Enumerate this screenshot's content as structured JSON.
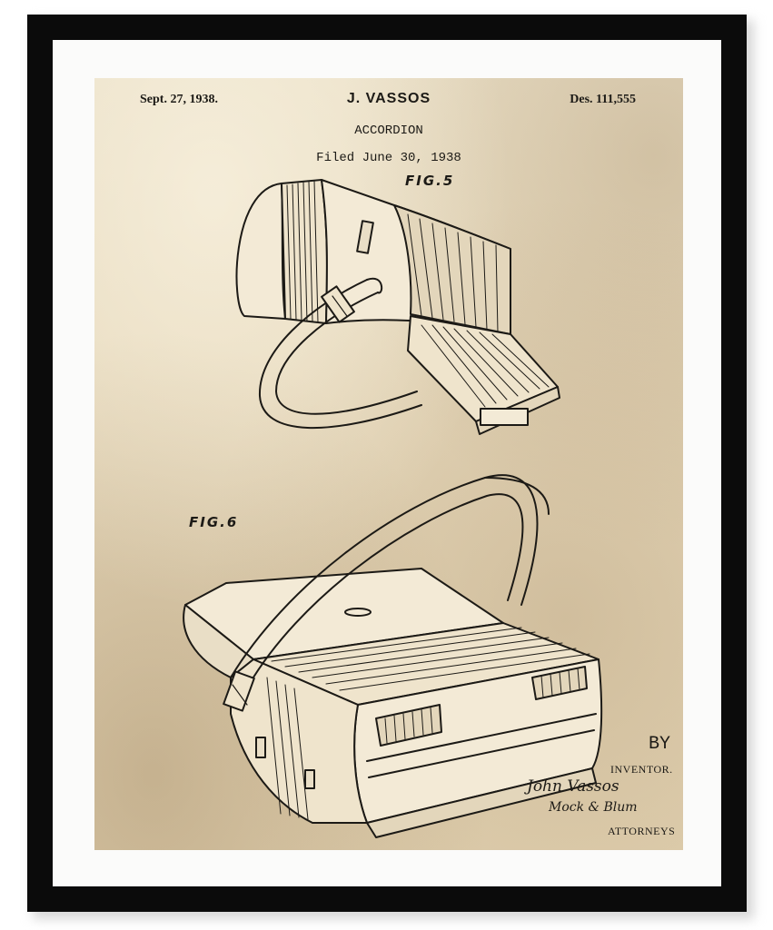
{
  "header": {
    "date": "Sept. 27, 1938.",
    "inventor": "J. VASSOS",
    "design_number": "Des. 111,555"
  },
  "title": "ACCORDION",
  "filed": "Filed June 30, 1938",
  "figures": {
    "fig_top_label": "FIG.5",
    "fig_bottom_label": "FIG.6"
  },
  "signature_block": {
    "by": "BY",
    "inventor_label": "INVENTOR.",
    "inventor_signature": "John Vassos",
    "attorney_signature": "Mock & Blum",
    "attorneys_label": "ATTORNEYS"
  },
  "colors": {
    "frame": "#0b0b0b",
    "mat": "#fbfbfa",
    "paper": "#e6d8bb",
    "ink": "#1c1a16"
  }
}
